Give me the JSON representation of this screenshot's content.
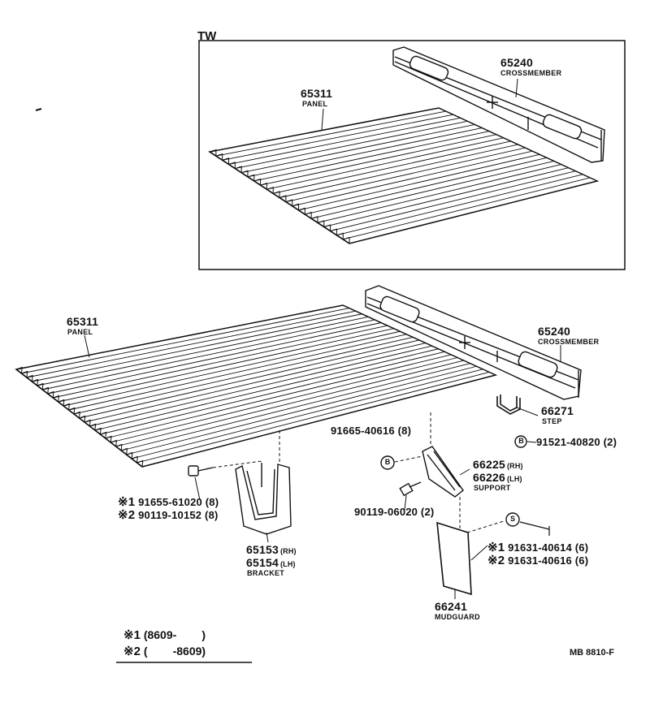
{
  "inset": {
    "tag": "TW"
  },
  "labels": {
    "tw_panel": {
      "num": "65311",
      "name": "PANEL"
    },
    "tw_crossmember": {
      "num": "65240",
      "name": "CROSSMEMBER"
    },
    "panel": {
      "num": "65311",
      "name": "PANEL"
    },
    "crossmember": {
      "num": "65240",
      "name": "CROSSMEMBER"
    },
    "step": {
      "num": "66271",
      "name": "STEP"
    },
    "step_bolt": {
      "marker": "B",
      "text": "91521-40820 (2)"
    },
    "support_bolt": {
      "text": "91665-40616 (8)",
      "marker": "B"
    },
    "support": {
      "rh": "66225",
      "rh_side": "(RH)",
      "lh": "66226",
      "lh_side": "(LH)",
      "name": "SUPPORT"
    },
    "support_screw": {
      "text": "90119-06020 (2)"
    },
    "bracket_bolt_1": {
      "mark": "※1",
      "text": "91655-61020 (8)"
    },
    "bracket_bolt_2": {
      "mark": "※2",
      "text": "90119-10152 (8)"
    },
    "bracket": {
      "rh": "65153",
      "rh_side": "(RH)",
      "lh": "65154",
      "lh_side": "(LH)",
      "name": "BRACKET"
    },
    "mudguard_fastener": {
      "marker": "S"
    },
    "mudguard_bolt_1": {
      "mark": "※1",
      "text": "91631-40614 (6)"
    },
    "mudguard_bolt_2": {
      "mark": "※2",
      "text": "91631-40616 (6)"
    },
    "mudguard": {
      "num": "66241",
      "name": "MUDGUARD"
    }
  },
  "legend": {
    "row1_mark": "※1",
    "row1_text": "(8609-        )",
    "row2_mark": "※2",
    "row2_text": "(        -8609)"
  },
  "footer": {
    "ref": "MB 8810-F"
  }
}
